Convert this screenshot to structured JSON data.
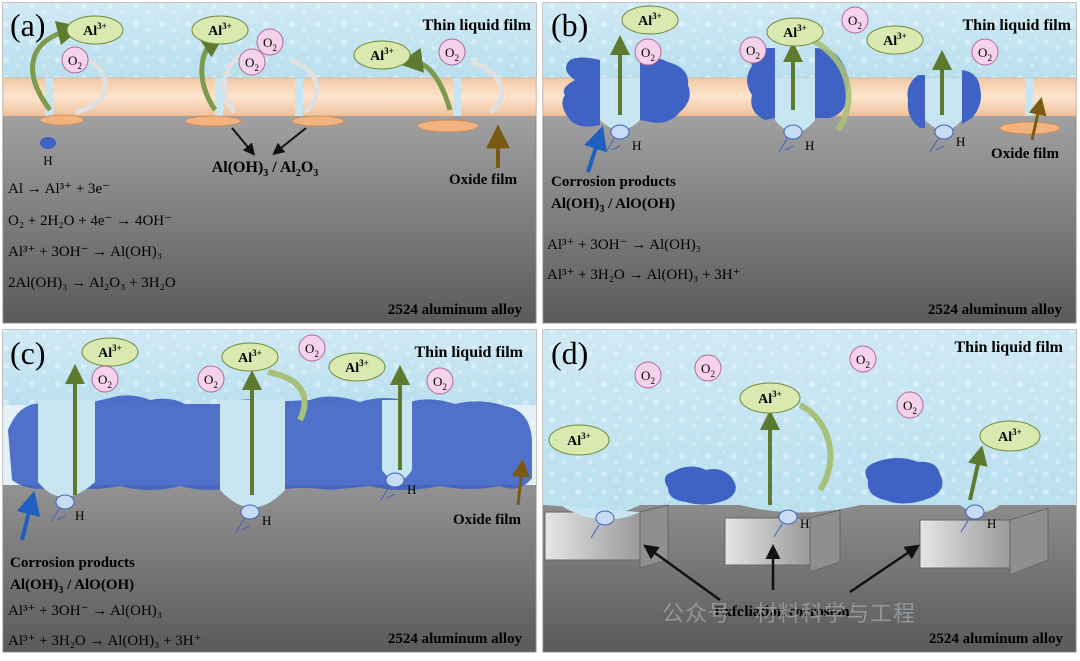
{
  "panels": {
    "a": {
      "label": "(a)",
      "film": "Thin liquid film",
      "alloy": "2524 aluminum alloy",
      "ion": "Al",
      "ion_charge": "3+",
      "oxygen": "O",
      "oxygen_sub": "2",
      "hydrogen": "H",
      "product_label": "Al(OH)3 / Al2O3",
      "oxide_label": "Oxide film",
      "equations": [
        "Al → Al³⁺ + 3e⁻",
        "O₂ + 2H₂O + 4e⁻ → 4OH⁻",
        "Al³⁺ + 3OH⁻ → Al(OH)₃",
        "2Al(OH)₃ → Al₂O₃ + 3H₂O"
      ]
    },
    "b": {
      "label": "(b)",
      "film": "Thin liquid film",
      "alloy": "2524 aluminum alloy",
      "hydrogen": "H",
      "oxide_label": "Oxide film",
      "products_title": "Corrosion products",
      "products_formula": "Al(OH)3 / AlO(OH)",
      "equations": [
        "Al³⁺ + 3OH⁻ → Al(OH)₃",
        "Al³⁺ + 3H₂O → Al(OH)₃ + 3H⁺"
      ]
    },
    "c": {
      "label": "(c)",
      "film": "Thin liquid film",
      "alloy": "2524 aluminum alloy",
      "hydrogen": "H",
      "oxide_label": "Oxide film",
      "products_title": "Corrosion products",
      "products_formula": "Al(OH)3 / AlO(OH)",
      "equations": [
        "Al³⁺ + 3OH⁻ → Al(OH)₃",
        "Al³⁺ + 3H₂O → Al(OH)₃ + 3H⁺"
      ]
    },
    "d": {
      "label": "(d)",
      "film": "Thin liquid film",
      "alloy": "2524 aluminum alloy",
      "hydrogen": "H",
      "exfoliation_label": "Exfoliation corrosion"
    }
  },
  "watermark": "公众号 · 材料科学与工程",
  "colors": {
    "water": "#c8e6f2",
    "oxide": "#f6cfae",
    "alloy_top": "#b9b9b9",
    "alloy_bottom": "#5e5e5e",
    "ion_fill": "#d9e9b0",
    "o2_fill": "#f7d2ec",
    "product": "#3f63c4",
    "arrow_green": "#5d7a2e"
  }
}
